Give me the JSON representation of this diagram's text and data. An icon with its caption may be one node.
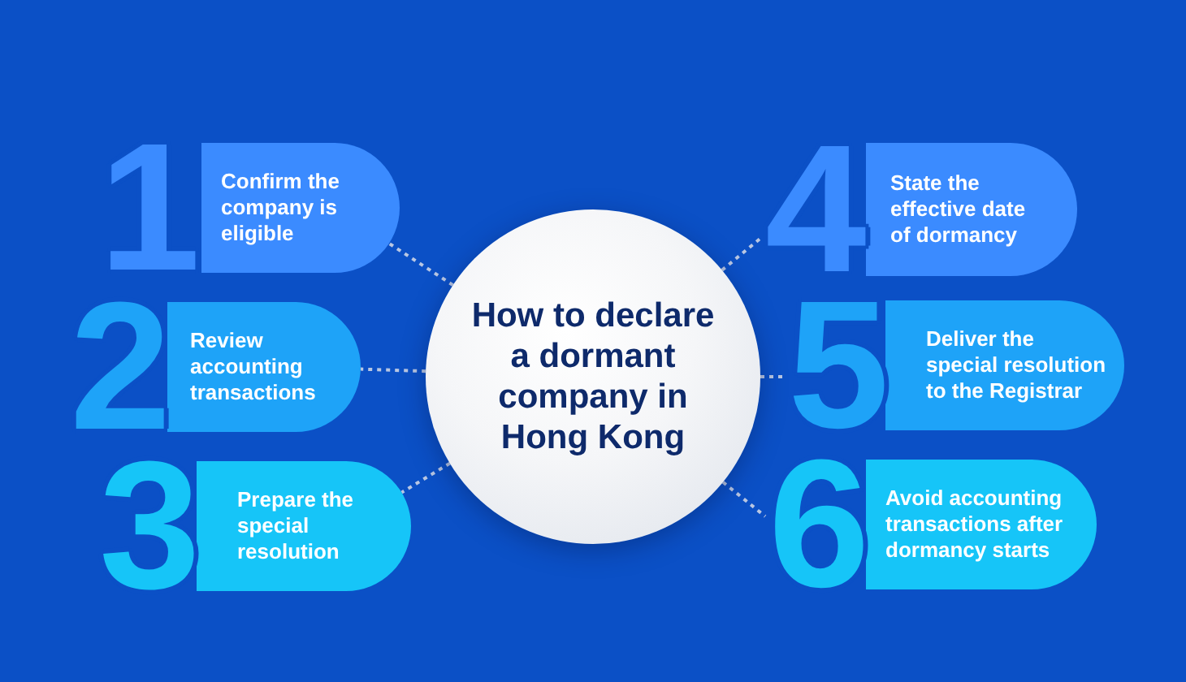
{
  "diagram": {
    "nodes": [
      {
        "text": [
          "How to declare a dormant company in Hong Kong"
        ]
      },
      {
        "text": [
          "1",
          "Confirm the company is eligible"
        ]
      },
      {
        "text": [
          "2",
          "Review accounting transactions"
        ]
      },
      {
        "text": [
          "3",
          "Prepare the special resolution"
        ]
      },
      {
        "text": [
          "4",
          "State the effective date of dormancy"
        ]
      },
      {
        "text": [
          "5",
          "Deliver the special resolution to the Registrar"
        ]
      },
      {
        "text": [
          "6",
          "Avoid accounting transactions after dormancy starts"
        ]
      }
    ],
    "edges": [
      {
        "from": 0,
        "to": 1,
        "arrow": "none",
        "style": "dashed"
      },
      {
        "from": 0,
        "to": 2,
        "arrow": "none",
        "style": "dashed"
      },
      {
        "from": 0,
        "to": 3,
        "arrow": "none",
        "style": "dashed"
      },
      {
        "from": 0,
        "to": 4,
        "arrow": "none",
        "style": "dashed"
      },
      {
        "from": 0,
        "to": 5,
        "arrow": "none",
        "style": "dashed"
      },
      {
        "from": 0,
        "to": 6,
        "arrow": "none",
        "style": "dashed"
      }
    ]
  }
}
